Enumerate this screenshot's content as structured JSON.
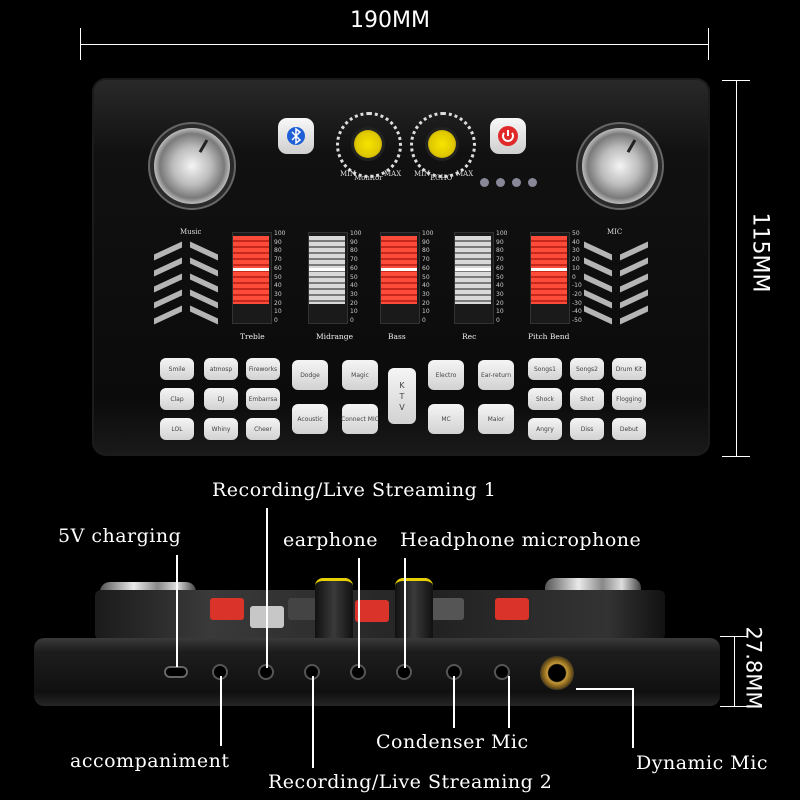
{
  "dimensions": {
    "width": "190MM",
    "height": "115MM",
    "depth": "27.8MM"
  },
  "device": {
    "knob_labels": {
      "left": "Music",
      "right": "MIC"
    },
    "dial_labels": {
      "monitor": {
        "min": "MIN",
        "name": "Monitor",
        "max": "MAX"
      },
      "echo": {
        "min": "MIN",
        "name": "ECHO",
        "max": "MAX"
      }
    },
    "buttons": {
      "bluetooth": "bluetooth-icon",
      "power": "power-icon"
    },
    "fader_scale_pos": [
      "100",
      "90",
      "80",
      "70",
      "60",
      "50",
      "40",
      "30",
      "20",
      "10",
      "0"
    ],
    "fader_scale_pitch": [
      "50",
      "40",
      "30",
      "20",
      "10",
      "0",
      "-10",
      "-20",
      "-30",
      "-40",
      "-50"
    ],
    "faders": [
      {
        "label": "Treble",
        "color": "red"
      },
      {
        "label": "Midrange",
        "color": "grey"
      },
      {
        "label": "Bass",
        "color": "red"
      },
      {
        "label": "Rec",
        "color": "grey"
      },
      {
        "label": "Pitch Bend",
        "color": "red"
      }
    ],
    "pads": {
      "col1": [
        "Smile",
        "Clap",
        "LOL"
      ],
      "col2": [
        "atmosp",
        "DJ",
        "Whiny"
      ],
      "col3": [
        "Fireworks",
        "Embarrsa",
        "Cheer"
      ],
      "col4": [
        "Dodge",
        "Acoustic"
      ],
      "col5": [
        "Magic",
        "Connect MIC"
      ],
      "ktv": [
        "K",
        "T",
        "V"
      ],
      "col7": [
        "Electro",
        "MC"
      ],
      "col8": [
        "Ear-return",
        "Maior"
      ],
      "col9": [
        "Songs1",
        "Shock",
        "Angry"
      ],
      "col10": [
        "Songs2",
        "Shot",
        "Diss"
      ],
      "col11": [
        "Drum Kit",
        "Flogging",
        "Debut"
      ]
    }
  },
  "callouts": {
    "rec1": "Recording/Live Streaming 1",
    "charging": "5V charging",
    "earphone": "earphone",
    "headphone_mic": "Headphone microphone",
    "accompaniment": "accompaniment",
    "condenser": "Condenser Mic",
    "rec2": "Recording/Live Streaming 2",
    "dynamic": "Dynamic Mic"
  }
}
